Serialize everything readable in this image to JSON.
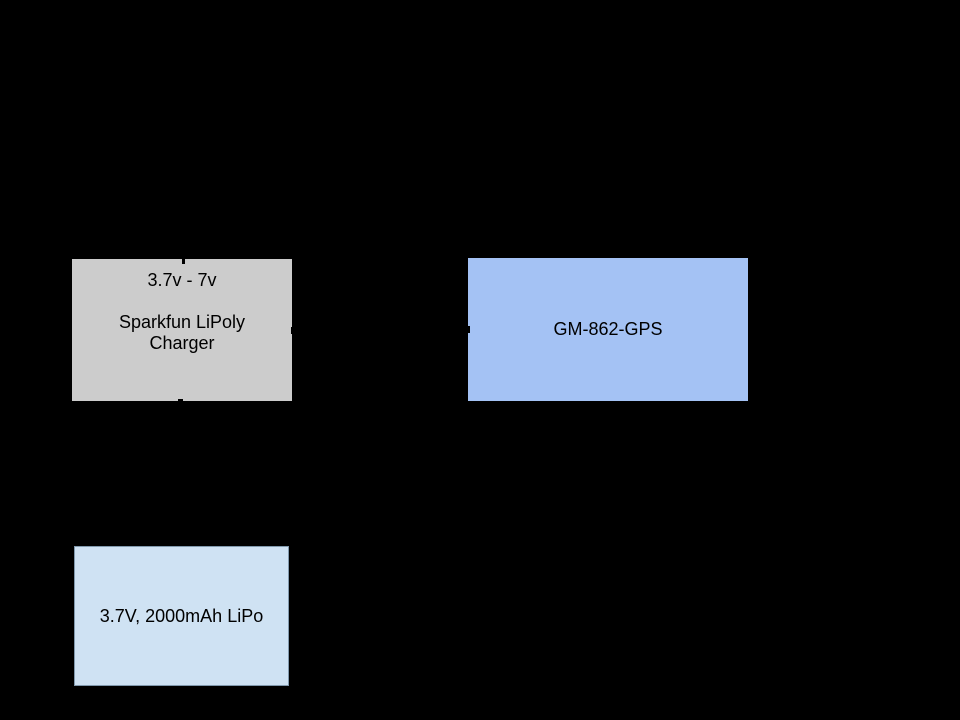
{
  "page": {
    "background_color": "#000000",
    "text_color": "#000000"
  },
  "diagram": {
    "nodes": [
      {
        "id": "charger",
        "title": "3.7v - 7v",
        "label": "Sparkfun LiPoly Charger",
        "fill": "#cccccc"
      },
      {
        "id": "gps-module",
        "label": "GM-862-GPS",
        "fill": "#a4c2f4"
      },
      {
        "id": "battery",
        "label": "3.7V, 2000mAh LiPo",
        "fill": "#cfe2f3",
        "border_color": "#8199ad"
      }
    ],
    "connector_marks": [
      {
        "id": "charger-top"
      },
      {
        "id": "charger-bottom"
      },
      {
        "id": "charger-right"
      },
      {
        "id": "gps-left"
      }
    ]
  }
}
